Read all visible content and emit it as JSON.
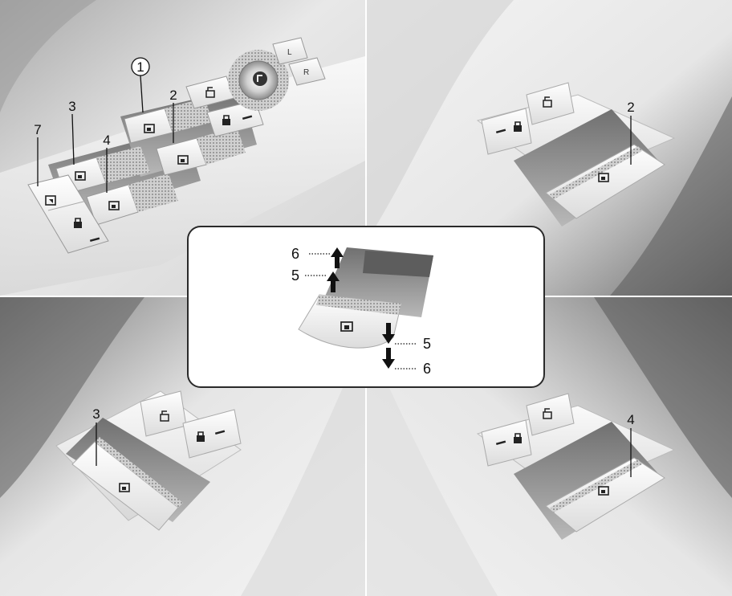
{
  "callouts": {
    "main": [
      "1",
      "2",
      "3",
      "4",
      "7"
    ],
    "top_right": "2",
    "bottom_left": "3",
    "bottom_right": "4",
    "inset": {
      "upper_outer": "6",
      "upper_inner": "5",
      "lower_inner": "5",
      "lower_outer": "6"
    }
  },
  "icons": {
    "window_switch": "window-icon",
    "lock_switch": "door-lock-icon",
    "unlock_switch": "door-unlock-icon",
    "window_lock_button": "window-lock-icon",
    "mirror_knob": "mirror-control-icon",
    "arrow_up": "arrow-up-icon",
    "arrow_down": "arrow-down-icon"
  },
  "colors": {
    "background_light": "#ececec",
    "background_dark": "#7f7f7f",
    "switch_face": "#f7f7f7",
    "inset_border": "#2a2a2a",
    "label": "#111111"
  }
}
